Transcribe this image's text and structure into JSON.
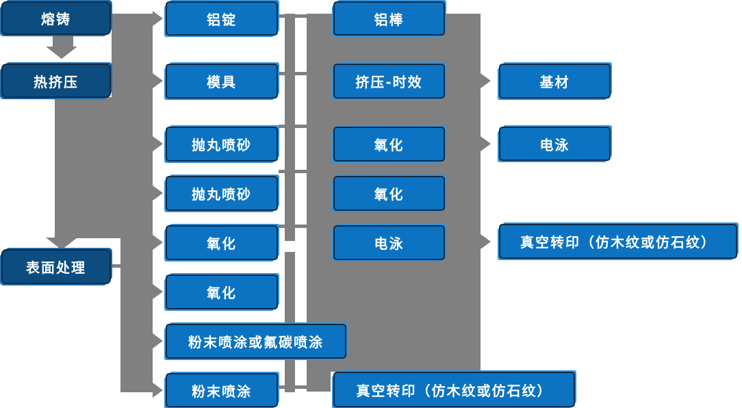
{
  "colors": {
    "bright-blue": "#0B73C2",
    "bright-edge": "#2F91DA",
    "dark-blue": "#0C4C7E",
    "dark-edge": "#1F6AA8",
    "box-border": "#0E2B49",
    "gray": "#808080",
    "text": "#FFFFFF",
    "background": "#FFFFFF"
  },
  "nodes": {
    "melt_casting": {
      "label": "熔铸"
    },
    "hot_extrusion": {
      "label": "热挤压"
    },
    "surface_treatment": {
      "label": "表面处理"
    },
    "aluminum_ingot": {
      "label": "铝锭"
    },
    "mold": {
      "label": "模具"
    },
    "shot_blasting_1": {
      "label": "抛丸喷砂"
    },
    "shot_blasting_2": {
      "label": "抛丸喷砂"
    },
    "oxidation_col2_a": {
      "label": "氧化"
    },
    "oxidation_col2_b": {
      "label": "氧化"
    },
    "powder_or_fluorocarbon": {
      "label": "粉末喷涂或氟碳喷涂"
    },
    "powder_coating": {
      "label": "粉末喷涂"
    },
    "aluminum_rod": {
      "label": "铝棒"
    },
    "extrusion_aging": {
      "label": "挤压-时效"
    },
    "oxidation_col3_a": {
      "label": "氧化"
    },
    "oxidation_col3_b": {
      "label": "氧化"
    },
    "electrophoresis_col3": {
      "label": "电泳"
    },
    "vacuum_transfer_bottom": {
      "label": "真空转印（仿木纹或仿石纹）"
    },
    "base_material": {
      "label": "基材"
    },
    "electrophoresis_col4": {
      "label": "电泳"
    },
    "vacuum_transfer_right": {
      "label": "真空转印（仿木纹或仿石纹）"
    }
  }
}
